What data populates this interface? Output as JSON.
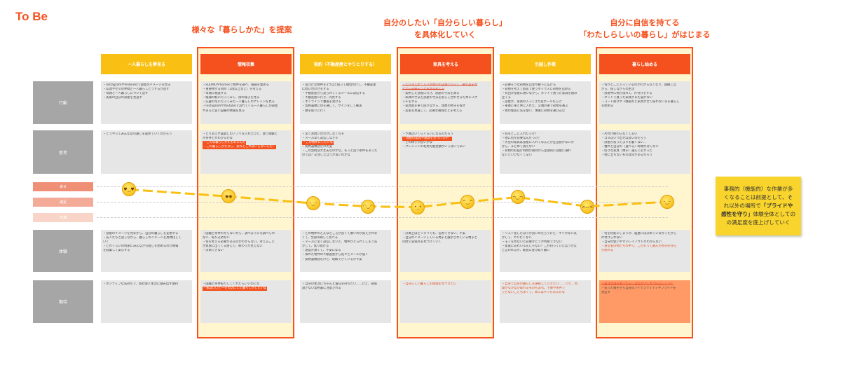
{
  "title": "To Be",
  "headlines": [
    {
      "id": "h1",
      "lines": [
        "様々な「暮らしかた」を提案"
      ]
    },
    {
      "id": "h2",
      "lines": [
        "自分のしたい「自分らしい暮らし」",
        "を具体化していく"
      ]
    },
    {
      "id": "h3",
      "lines": [
        "自分に自信を持てる",
        "「わたしらしいの暮らし」がはじまる"
      ]
    }
  ],
  "stages": [
    {
      "label": "一人暮らしを夢見る",
      "color": "yellow"
    },
    {
      "label": "情報収集",
      "color": "red"
    },
    {
      "label": "契約（不動産屋とやりとりする）",
      "color": "yellow"
    },
    {
      "label": "家具を考える",
      "color": "red"
    },
    {
      "label": "引越し作業",
      "color": "yellow"
    },
    {
      "label": "暮らし始める",
      "color": "red"
    }
  ],
  "rows": {
    "action": "行動",
    "thought": "思考",
    "experience": "体験",
    "expectation": "期待"
  },
  "satisfaction_levels": [
    "幸せ",
    "満足",
    "不満"
  ],
  "cells": {
    "action": [
      [
        {
          "t": "・InstagramやPinterestで部屋のイメージを見る"
        },
        {
          "t": "・友達やゼミの仲間と一人暮らしどうするか話す"
        },
        {
          "t": "・母親と一人暮らしについて話す"
        },
        {
          "t": "・実家の自分の部屋を見直す"
        }
      ],
      [
        {
          "t": "・SUUMOやhomesで物件を調べ、候補を集める"
        },
        {
          "t": "・重要視する項目（2階以上など）を考える"
        },
        {
          "t": "・母親に相談する"
        },
        {
          "t": "・候補の駅に行ってみて、街の様子を見る"
        },
        {
          "t": "・先輩の宅に行ってみた一人暮らしのナレッジを見る"
        },
        {
          "t": "・InstagramやYoutubeで流れてくる一人暮らしの部屋"
        },
        {
          "t": "やあると良い設備の情報を見る"
        }
      ],
      [
        {
          "t": "・良さげな物件を3つほど絞って順位付けし、不動産屋"
        },
        {
          "t": "に問い合わせをする"
        },
        {
          "t": "・不動産屋から送られてくるメールに返信する"
        },
        {
          "t": "・不動産屋に行き、内見する"
        },
        {
          "t": "・オンラインで審査を受ける"
        },
        {
          "t": "・契約書類に目を通して、サインをして郵送"
        },
        {
          "t": "・鍵を取りに行く"
        }
      ],
      [
        {
          "t": "・とりあえずニトリや無印の店舗に行って、展示品を見",
          "s": true
        },
        {
          "t": "ながら必要そうな家具を考える",
          "s": true
        },
        {
          "t": "・契約した部屋に行き、部屋の寸法を測る"
        },
        {
          "t": "・家具の寸法と部屋の寸法を照らし合わせるためにスケ"
        },
        {
          "t": "ッチをする"
        },
        {
          "t": "・家具屋を車で回りながら、理想の椅子を探す"
        },
        {
          "t": "・実家を見直して、必要な確保などを考える"
        }
      ],
      [
        {
          "t": "・必要そうな荷物を自室や廊下に広げる"
        },
        {
          "t": "・荷物を考えて新居で使うボックスに荷物を詰める"
        },
        {
          "t": "・何回か部屋に通いながら、ネットで買った家具を組み"
        },
        {
          "t": "立てる"
        },
        {
          "t": "・部屋が、家具の入ってきた段ボールだらけ"
        },
        {
          "t": "・車庫に車と共に入れた、父親の車で荷物を運ぶ"
        },
        {
          "t": "・他の住居に気を使い、慎重に荷物を運び込む"
        }
      ],
      [
        {
          "t": "・何がどこに入っているのかわからなくなり、開梱しな"
        },
        {
          "t": "がら、探しながらの生活"
        },
        {
          "t": "・部屋中に物が溢れて、片付けをする"
        },
        {
          "t": "・ネットで買った家具がまだ届かない"
        },
        {
          "t": "・コート掛けや下駄箱など家具が全て揃わないまま暮らし"
        },
        {
          "t": "を始める"
        }
      ]
    ],
    "thought": [
      [
        {
          "t": "・どうやってみんなは引越しを進めていくのだろう"
        }
      ],
      [
        {
          "t": "・とりあえず賃貸しのアプリを入れたけど、使う頻繁と"
        },
        {
          "t": "か条件とかわかるかな"
        },
        {
          "t": "・こんな暮らしかたもあるんだ",
          "h": true
        },
        {
          "t": "・この暮らしかたなら、家作とこれはいらないんだ！",
          "h": true
        }
      ],
      [
        {
          "t": "・早くお問い合わせしなくちゃ"
        },
        {
          "t": "・メール早く返信しなきゃ"
        },
        {
          "t": "・この物件にしたいな",
          "h": true
        },
        {
          "t": "・契約書類読むの大変"
        },
        {
          "t": "・この契約は大丈夫なのかな。もっと良い条件もあった"
        },
        {
          "t": "のでは？交渉したほうが良いのかな"
        }
      ],
      [
        {
          "t": "・予算はいくらくらいになるのだろう"
        },
        {
          "t": "・理想の家具や雑貨を見つけるぞ！",
          "h": true
        },
        {
          "t": "・どの椅子が良いかな"
        },
        {
          "t": "・クレジットの利用可能金額がいっぱいで辛い"
        }
      ],
      [
        {
          "t": "・何をどこに入れたっけ？"
        },
        {
          "t": "・他に何が必要なんだっけ？"
        },
        {
          "t": "・大型の家具は部屋に入れてなんとか圧迫感がないか"
        },
        {
          "t": "から、まとめて買えない"
        },
        {
          "t": "・荷物のお届け時間が期待から定期的に部屋に通わ"
        },
        {
          "t": "ないといけなくて辛い"
        }
      ],
      [
        {
          "t": "・片付け終わらなくて辛い"
        },
        {
          "t": "・ゴミはいつ出せば良いのだろう"
        },
        {
          "t": "・部屋が思ったよりも暑くない..."
        },
        {
          "t": "・憧れと自分の（選べる）時間が持てない"
        },
        {
          "t": "・好きな家具（椅子）選んでよかった"
        },
        {
          "t": "・他に立ちないものは何があるだろう"
        }
      ]
    ],
    "experience": [
      [
        {
          "t": "・部屋のイメージを見ながら、自分の暮らしを妄想する"
        },
        {
          "t": "・友人たちと話しながら、暮らしのイメージを具体化して"
        },
        {
          "t": "いく"
        },
        {
          "t": "・どれくらいの時期にみんなが引越しを始めるのか情報"
        },
        {
          "t": "を収集して安心する"
        }
      ],
      [
        {
          "t": "・国籍と条件わからないから、調べようにも調べられ"
        },
        {
          "t": "ない、絞り込めない"
        },
        {
          "t": "・何を考える必要があるのかわからない。考えること"
        },
        {
          "t": "が無限に出てくる感じで、終わりが見えない"
        },
        {
          "t": "・決断できない"
        }
      ],
      [
        {
          "t": "・どの物件のどんなところが良くて悪いのか覚えきれな"
        },
        {
          "t": "くて、全部印刷して比べる"
        },
        {
          "t": "・メールに早く返信しないと、物件がとられてしまう気"
        },
        {
          "t": "がして、焦り続ける"
        },
        {
          "t": "・退居が遅くて、不安になる"
        },
        {
          "t": "・探れた物件の不動産屋から延々とメールが届く"
        },
        {
          "t": "・契約書類読むけど、理解できているか不安"
        }
      ],
      [
        {
          "t": "・計算上はピッタリでも、信用できない、不安"
        },
        {
          "t": "・自分のイメージしている椅子と展示されている椅子と"
        },
        {
          "t": "の間で妥協点を見つけていく"
        }
      ],
      [
        {
          "t": "・リスト化したほうが良いのだろうけど、キリがない気"
        },
        {
          "t": "がして、やりたくない"
        },
        {
          "t": "・モノを見ないと必要かどうか判断できない"
        },
        {
          "t": "・家族にあれいるんじゃない？これ持っていたほうがよ"
        },
        {
          "t": "と言われるが、素直に受け取り難い"
        }
      ],
      [
        {
          "t": "・何を何処にしまうか、履歴には決めていなかったから"
        },
        {
          "t": "片付けられない"
        },
        {
          "t": "・自分の使いやすいレイアウトがわからない"
        },
        {
          "t": "・身近者の物たちの中で、こだわって選んだ椅子の存在",
          "e": true
        },
        {
          "t": "が際れる",
          "e": true
        }
      ]
    ],
    "expectation": [
      [
        {
          "t": "・ポジティブな気持ちで、新社会人生活に踏み出す期待"
        }
      ],
      [
        {
          "t": "・国籍と条件絞りしてくれたらいいのにな"
        },
        {
          "t": "・私は〇〇と一を大切にした暮らしがしたいな",
          "h": true
        }
      ],
      [
        {
          "t": "・自分の生活にちゃんと責任を持ちたい......けど、冒険"
        },
        {
          "t": "過ぎない契約書に注意される"
        }
      ],
      [
        {
          "t": "・自分らしい暮らしの指標を見つけたい",
          "e": true
        }
      ],
      [
        {
          "t": "・自分で自分の暮らしを選択していきたい...... けど、時",
          "e": true
        },
        {
          "t": "間がなかなか取れるものもあれ。予算や条件で",
          "e": true
        },
        {
          "t": "できないことも多くて、車にはキリがあるかな",
          "e": true
        }
      ],
      [
        {
          "t": "・生活が落ち着いたら、自信が少しずつ向上していく",
          "s": true
        },
        {
          "t": "・気った椅子から自分のアイデンティティやプライドを"
        },
        {
          "t": "見出す"
        }
      ]
    ]
  },
  "sticky_note": {
    "lines": [
      {
        "text": "事務的（機能的）な作業が多"
      },
      {
        "text": "くなることは前提として、そ"
      },
      {
        "text": "れ以外の場所で「プライドや",
        "bold_from": "「プライドや"
      },
      {
        "text": "感性を守り」体験全体としての",
        "bold_until": "感性を守り」"
      },
      {
        "text": "の満足度を底上げしていく"
      }
    ]
  },
  "emotion_curve": {
    "levels": {
      "幸せ": 0,
      "満足": 1,
      "不満": 2
    },
    "points": [
      {
        "stage": 0,
        "level": 0.2,
        "face": "smiling-face-with-hearts"
      },
      {
        "stage": 1,
        "level": 0.65,
        "face": "flushed-face"
      },
      {
        "stage": 1.85,
        "level": 1.1,
        "face": "relieved-face"
      },
      {
        "stage": 2.4,
        "level": 1.3,
        "face": "smiling-face-with-halo"
      },
      {
        "stage": 2.9,
        "level": 1.35,
        "face": "neutral-face"
      },
      {
        "stage": 3.4,
        "level": 1.0,
        "face": "hugging-face"
      },
      {
        "stage": 3.9,
        "level": 0.7,
        "face": "smirking-face"
      },
      {
        "stage": 4.6,
        "level": 1.3,
        "face": "angry-face"
      },
      {
        "stage": 5.4,
        "level": 1.0,
        "face": "relieved-face"
      }
    ]
  },
  "colors": {
    "accent": "#f4511e",
    "yellow": "#f9c013",
    "highlight_bg": "#fff6cf",
    "sticky": "#f9d42c"
  }
}
